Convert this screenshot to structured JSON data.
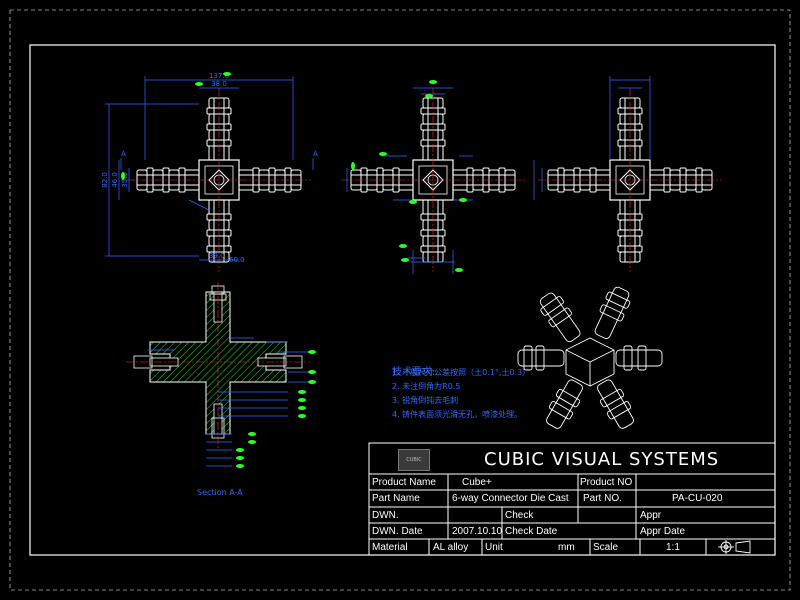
{
  "drawing": {
    "section_label": "Section A-A",
    "tech_requirements": {
      "title": "技术要求:",
      "items": [
        "1. 一般尺寸公差按照（土0.1°,土0.3）",
        "2. 未注倒角为R0.5",
        "3. 锐角倒钝去毛刺",
        "4. 铸件表面须光滑无孔，喷漆处理。"
      ]
    },
    "dimensions_top_left": [
      "137.0",
      "38.0",
      "82.0",
      "46.0",
      "35.0",
      "39.0",
      "60.0"
    ],
    "section_marks": [
      "A",
      "A"
    ]
  },
  "title_block": {
    "logo_text": "CUBIC",
    "company": "CUBIC   VISUAL   SYSTEMS",
    "product_name_label": "Product Name",
    "product_name_value": "Cube+",
    "product_no_label": "Product NO",
    "product_no_value": "",
    "part_name_label": "Part   Name",
    "part_name_value": "6-way Connector Die Cast",
    "part_no_label": "Part    NO.",
    "part_no_value": "PA-CU-020",
    "dwn_label": "DWN.",
    "dwn_value": "",
    "check_label": "Check",
    "check_value": "",
    "appr_label": "Appr",
    "appr_value": "",
    "dwn_date_label": "DWN. Date",
    "dwn_date_value": "2007.10.10",
    "check_date_label": "Check Date",
    "check_date_value": "",
    "appr_date_label": "Appr Date",
    "appr_date_value": "",
    "material_label": "Material",
    "material_value": "AL alloy",
    "unit_label": "Unit",
    "unit_value": "mm",
    "scale_label": "Scale",
    "scale_value": "1:1"
  },
  "colors": {
    "background": "#000000",
    "frame": "#ffffff",
    "part_outline": "#ffffff",
    "dimension": "#2f6bff",
    "tolerance": "#2bff2b",
    "hatch": "#1ac81a",
    "center_line": "#ff2a2a",
    "text": "#ffffff"
  }
}
